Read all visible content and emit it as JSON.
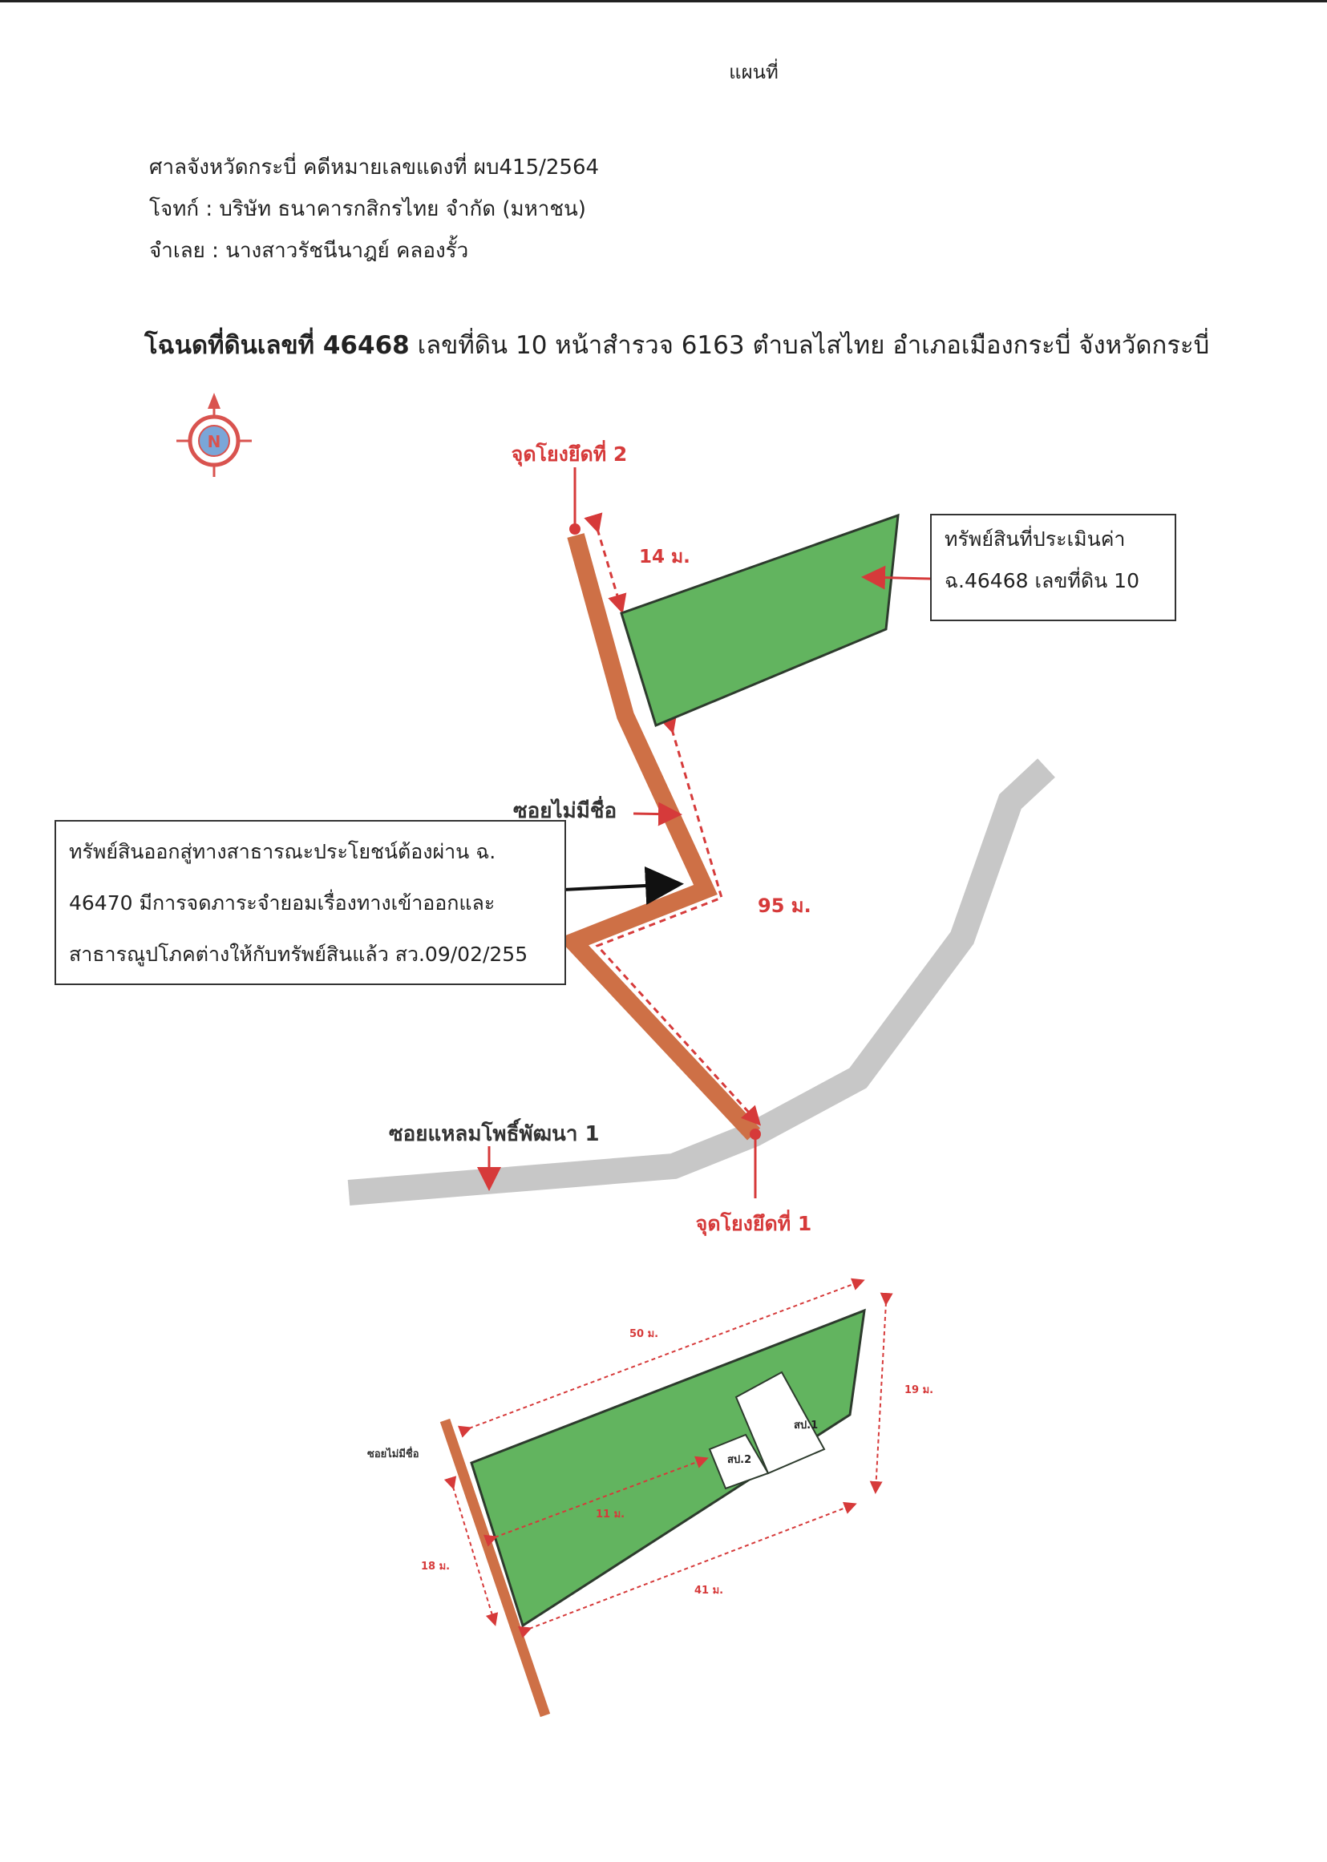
{
  "header": {
    "title": "แผนที่"
  },
  "case": {
    "court_line": "ศาลจังหวัดกระบี่ คดีหมายเลขแดงที่ ผบ415/2564",
    "plaintiff_line": "โจทก์ : บริษัท ธนาคารกสิกรไทย จำกัด (มหาชน)",
    "defendant_line": "จำเลย : นางสาวรัชนีนาฎย์ คลองรั้ว"
  },
  "deed": {
    "label": "โฉนดที่ดินเลขที่ 46468",
    "detail": " เลขที่ดิน 10 หน้าสำรวจ 6163 ตำบลไสไทย อำเภอเมืองกระบี่ จังหวัดกระบี่"
  },
  "map": {
    "north_letter": "N",
    "tie_point_2": "จุดโยงยึดที่ 2",
    "tie_point_1": "จุดโยงยึดที่ 1",
    "dist_14": "14 ม.",
    "dist_95": "95 ม.",
    "unnamed_soi": "ซอยไม่มีชื่อ",
    "main_soi": "ซอยแหลมโพธิ์พัฒนา 1",
    "asset_box": {
      "line1": "ทรัพย์สินที่ประเมินค่า",
      "line2": "ฉ.46468 เลขที่ดิน 10"
    },
    "access_box": {
      "line1": "ทรัพย์สินออกสู่ทางสาธารณะประโยชน์ต้องผ่าน ฉ.",
      "line2": "46470 มีการจดภาระจำยอมเรื่องทางเข้าออกและ",
      "line3": "สาธารณูปโภคต่างให้กับทรัพย์สินแล้ว สว.09/02/255"
    },
    "colors": {
      "road": "#ce7046",
      "land": "#62b45f",
      "street": "#c7c7c7",
      "accent": "#d63a3a"
    }
  },
  "plot": {
    "dist_50": "50 ม.",
    "dist_19": "19 ม.",
    "dist_18": "18 ม.",
    "dist_41": "41 ม.",
    "dist_11": "11 ม.",
    "building_1": "สป.1",
    "building_2": "สป.2",
    "unnamed_soi": "ซอยไม่มีชื่อ"
  }
}
